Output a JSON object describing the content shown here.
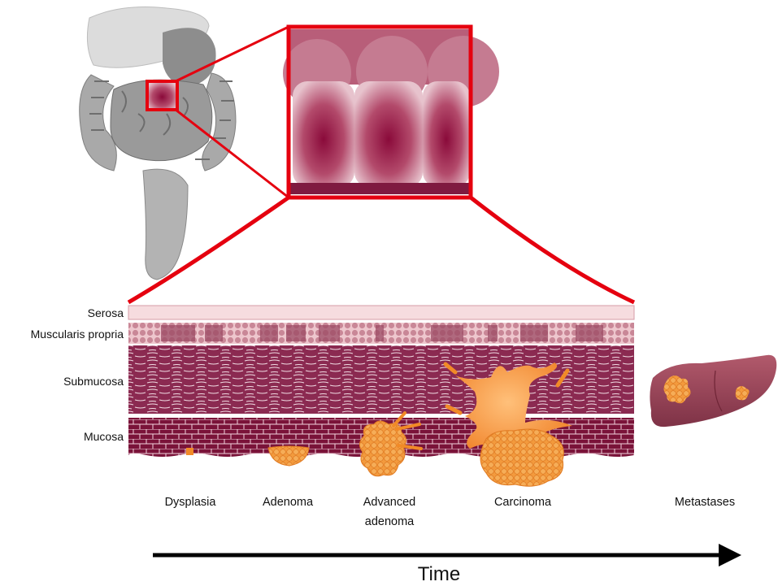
{
  "layers": {
    "serosa": "Serosa",
    "muscularis": "Muscularis propria",
    "submucosa": "Submucosa",
    "mucosa": "Mucosa"
  },
  "stages": {
    "dysplasia": "Dysplasia",
    "adenoma": "Adenoma",
    "advanced_adenoma_line1": "Advanced",
    "advanced_adenoma_line2": "adenoma",
    "carcinoma": "Carcinoma",
    "metastases": "Metastases"
  },
  "axis": {
    "time": "Time"
  },
  "colors": {
    "highlight_red": "#e5000f",
    "mucosa": "#7a1339",
    "submucosa": "#8e2a53",
    "muscle": "#c88495",
    "serosa": "#f3d2d5",
    "tumor": "#f18a27",
    "liver": "#9c4657",
    "organ_gray": "#a7a7a7"
  }
}
